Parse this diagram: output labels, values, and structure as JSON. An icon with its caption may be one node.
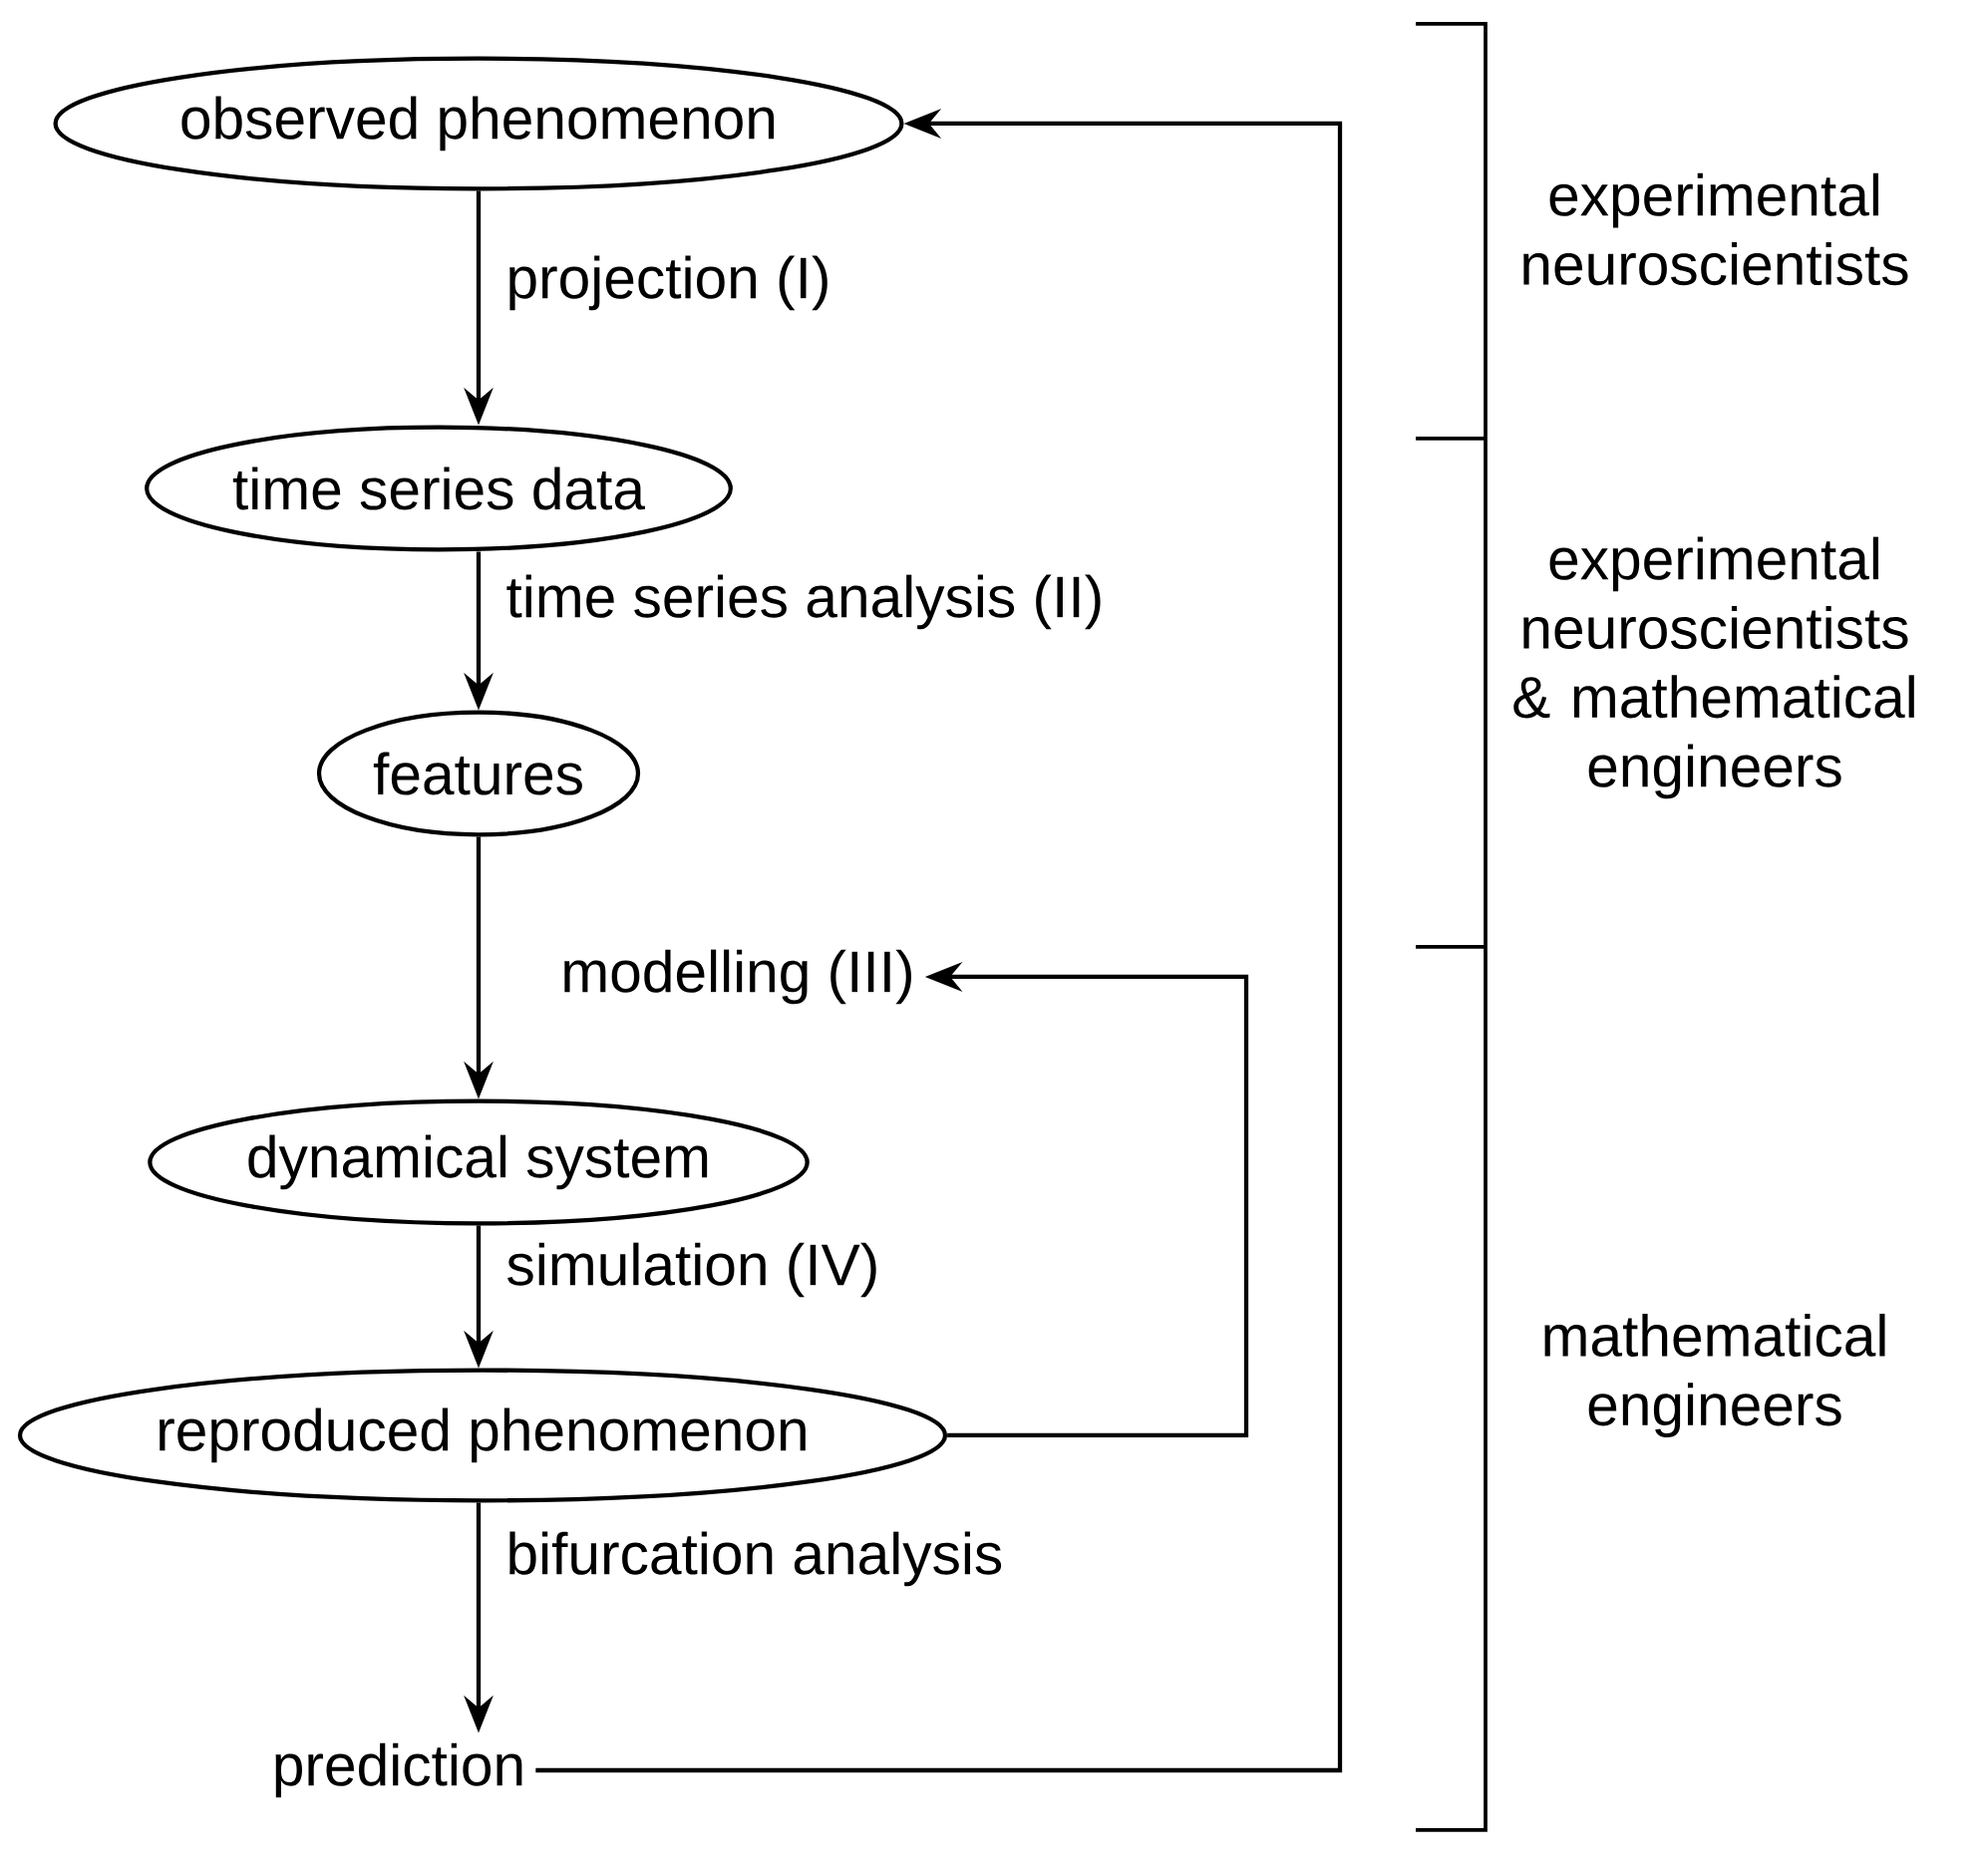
{
  "diagram": {
    "nodes": [
      {
        "text": [
          "observed phenomenon"
        ]
      },
      {
        "text": [
          "time series data"
        ]
      },
      {
        "text": [
          "features"
        ]
      },
      {
        "text": [
          "modelling (III)"
        ]
      },
      {
        "text": [
          "dynamical system"
        ]
      },
      {
        "text": [
          "reproduced phenomenon"
        ]
      },
      {
        "text": [
          "prediction"
        ]
      }
    ],
    "edges": [
      {
        "from": 0,
        "to": 1,
        "arrow": "to",
        "label": "projection (I)"
      },
      {
        "from": 1,
        "to": 2,
        "arrow": "to",
        "label": "time series analysis (II)"
      },
      {
        "from": 2,
        "to": 4,
        "arrow": "to"
      },
      {
        "from": 4,
        "to": 5,
        "arrow": "to",
        "label": "simulation (IV)"
      },
      {
        "from": 5,
        "to": 6,
        "arrow": "to",
        "label": "bifurcation analysis"
      },
      {
        "from": 5,
        "to": 3,
        "arrow": "to"
      },
      {
        "from": 6,
        "to": 0,
        "arrow": "to"
      }
    ],
    "labels": [
      "experimental neuroscientists",
      "experimental neuroscientists & mathematical engineers",
      "mathematical engineers"
    ]
  }
}
